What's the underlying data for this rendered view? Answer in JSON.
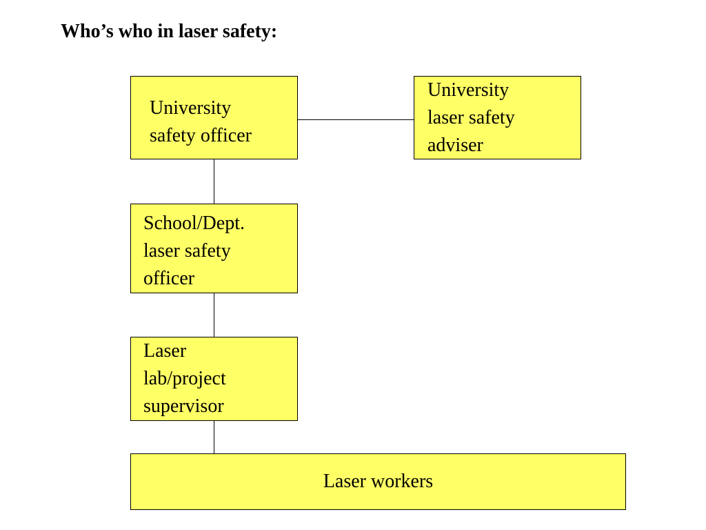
{
  "title": "Who’s who in laser safety:",
  "colors": {
    "box_fill": "#ffff66",
    "border": "#000000",
    "line": "#000000"
  },
  "nodes": {
    "safety_officer": {
      "lines": [
        "University",
        "safety officer"
      ]
    },
    "laser_adviser": {
      "lines": [
        "University",
        "laser safety",
        "adviser"
      ]
    },
    "dept_officer": {
      "lines": [
        "School/Dept.",
        "laser safety",
        "officer"
      ]
    },
    "supervisor": {
      "lines": [
        "Laser",
        "lab/project",
        "supervisor"
      ]
    },
    "workers": {
      "lines": [
        "Laser workers"
      ]
    }
  }
}
